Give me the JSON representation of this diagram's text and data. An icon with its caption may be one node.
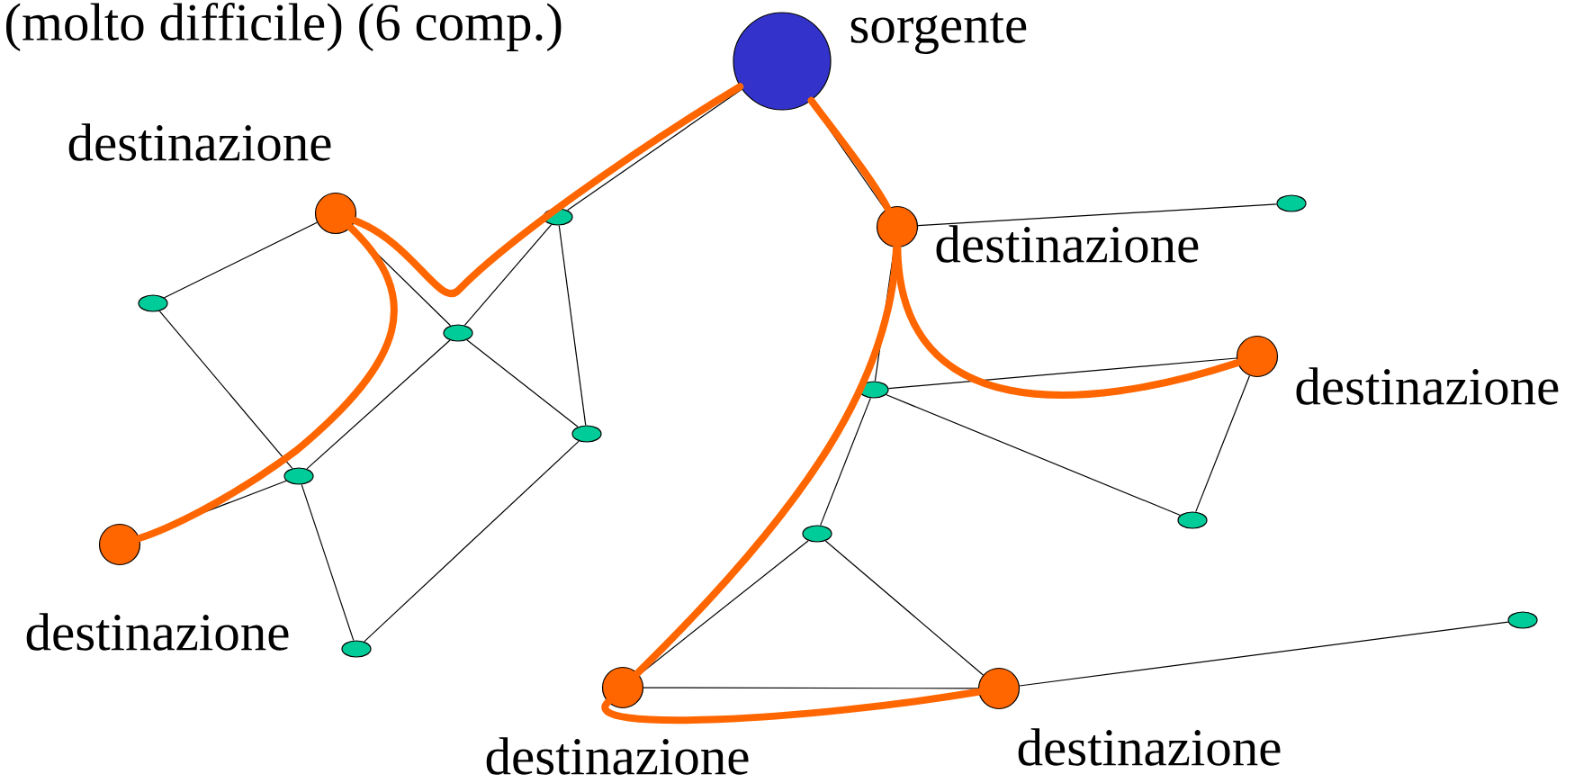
{
  "diagram": {
    "title": "(molto difficile) (6 comp.)",
    "nodes": [
      {
        "text": [],
        "shape": "circle",
        "beside": [
          "sorgente"
        ]
      },
      {
        "text": [],
        "shape": "circle",
        "beside": [
          "destinazione"
        ]
      },
      {
        "text": [],
        "shape": "circle",
        "beside": [
          "destinazione"
        ]
      },
      {
        "text": [],
        "shape": "circle",
        "beside": [
          "destinazione"
        ]
      },
      {
        "text": [],
        "shape": "circle",
        "beside": [
          "destinazione"
        ]
      },
      {
        "text": [],
        "shape": "circle",
        "beside": [
          "destinazione"
        ]
      },
      {
        "text": [],
        "shape": "circle",
        "beside": [
          "destinazione"
        ]
      },
      {
        "text": [],
        "shape": "ellipse"
      },
      {
        "text": [],
        "shape": "ellipse"
      },
      {
        "text": [],
        "shape": "ellipse"
      },
      {
        "text": [],
        "shape": "ellipse"
      },
      {
        "text": [],
        "shape": "ellipse"
      },
      {
        "text": [],
        "shape": "ellipse"
      },
      {
        "text": [],
        "shape": "ellipse"
      },
      {
        "text": [],
        "shape": "ellipse"
      },
      {
        "text": [],
        "shape": "ellipse"
      },
      {
        "text": [],
        "shape": "ellipse"
      },
      {
        "text": [],
        "shape": "ellipse"
      }
    ],
    "edges": [
      {
        "from": 0,
        "to": 8,
        "arrow": "none"
      },
      {
        "from": 0,
        "to": 3,
        "arrow": "none"
      },
      {
        "from": 1,
        "to": 7,
        "arrow": "none"
      },
      {
        "from": 1,
        "to": 9,
        "arrow": "none"
      },
      {
        "from": 7,
        "to": 11,
        "arrow": "none"
      },
      {
        "from": 8,
        "to": 9,
        "arrow": "none"
      },
      {
        "from": 8,
        "to": 10,
        "arrow": "none"
      },
      {
        "from": 9,
        "to": 10,
        "arrow": "none"
      },
      {
        "from": 9,
        "to": 11,
        "arrow": "none"
      },
      {
        "from": 11,
        "to": 2,
        "arrow": "none"
      },
      {
        "from": 11,
        "to": 12,
        "arrow": "none"
      },
      {
        "from": 12,
        "to": 10,
        "arrow": "none"
      },
      {
        "from": 3,
        "to": 13,
        "arrow": "none"
      },
      {
        "from": 3,
        "to": 14,
        "arrow": "none"
      },
      {
        "from": 14,
        "to": 4,
        "arrow": "none"
      },
      {
        "from": 14,
        "to": 16,
        "arrow": "none"
      },
      {
        "from": 4,
        "to": 16,
        "arrow": "none"
      },
      {
        "from": 14,
        "to": 15,
        "arrow": "none"
      },
      {
        "from": 15,
        "to": 5,
        "arrow": "none"
      },
      {
        "from": 15,
        "to": 6,
        "arrow": "none"
      },
      {
        "from": 5,
        "to": 6,
        "arrow": "none"
      },
      {
        "from": 6,
        "to": 17,
        "arrow": "none"
      },
      {
        "from": 0,
        "to": 1,
        "arrow": "none",
        "style": "thick",
        "color": "#ff6600"
      },
      {
        "from": 1,
        "to": 2,
        "arrow": "none",
        "style": "thick",
        "color": "#ff6600"
      },
      {
        "from": 0,
        "to": 3,
        "arrow": "none",
        "style": "thick",
        "color": "#ff6600"
      },
      {
        "from": 3,
        "to": 4,
        "arrow": "none",
        "style": "thick",
        "color": "#ff6600"
      },
      {
        "from": 3,
        "to": 5,
        "arrow": "none",
        "style": "thick",
        "color": "#ff6600"
      },
      {
        "from": 5,
        "to": 6,
        "arrow": "none",
        "style": "thick",
        "color": "#ff6600"
      }
    ]
  }
}
